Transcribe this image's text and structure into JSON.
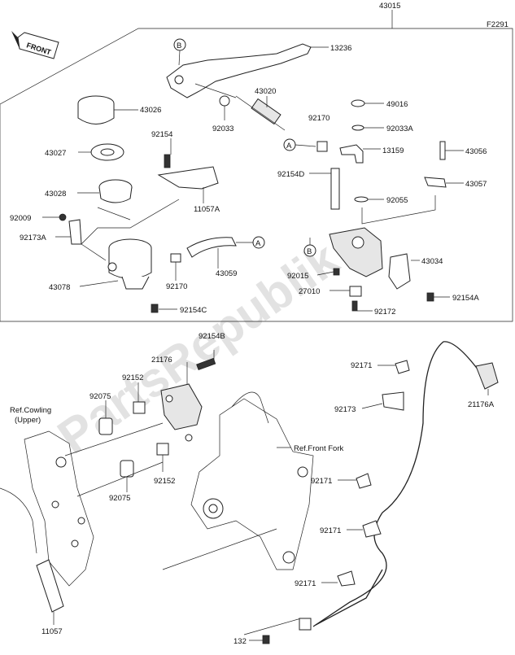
{
  "figure_code": "F2291",
  "watermark": "PartsRepublik",
  "front_label": "FRONT",
  "ref_labels": {
    "cowling_line1": "Ref.Cowling",
    "cowling_line2": "(Upper)",
    "front_fork": "Ref.Front Fork"
  },
  "callouts": {
    "c_a1": "A",
    "c_a2": "A",
    "c_b1": "B",
    "c_b2": "B"
  },
  "parts": [
    "43015",
    "13236",
    "43020",
    "43026",
    "92033",
    "49016",
    "92033A",
    "92170",
    "13159",
    "43056",
    "92154",
    "43027",
    "92154D",
    "43057",
    "43028",
    "11057A",
    "92055",
    "92009",
    "92173A",
    "43034",
    "43059",
    "92015",
    "92170",
    "27010",
    "43078",
    "92154C",
    "92154A",
    "92172",
    "92154B",
    "21176",
    "92152",
    "92171",
    "92075",
    "92173",
    "21176A",
    "92171",
    "92152",
    "92171",
    "92075",
    "92171",
    "11057",
    "132"
  ]
}
